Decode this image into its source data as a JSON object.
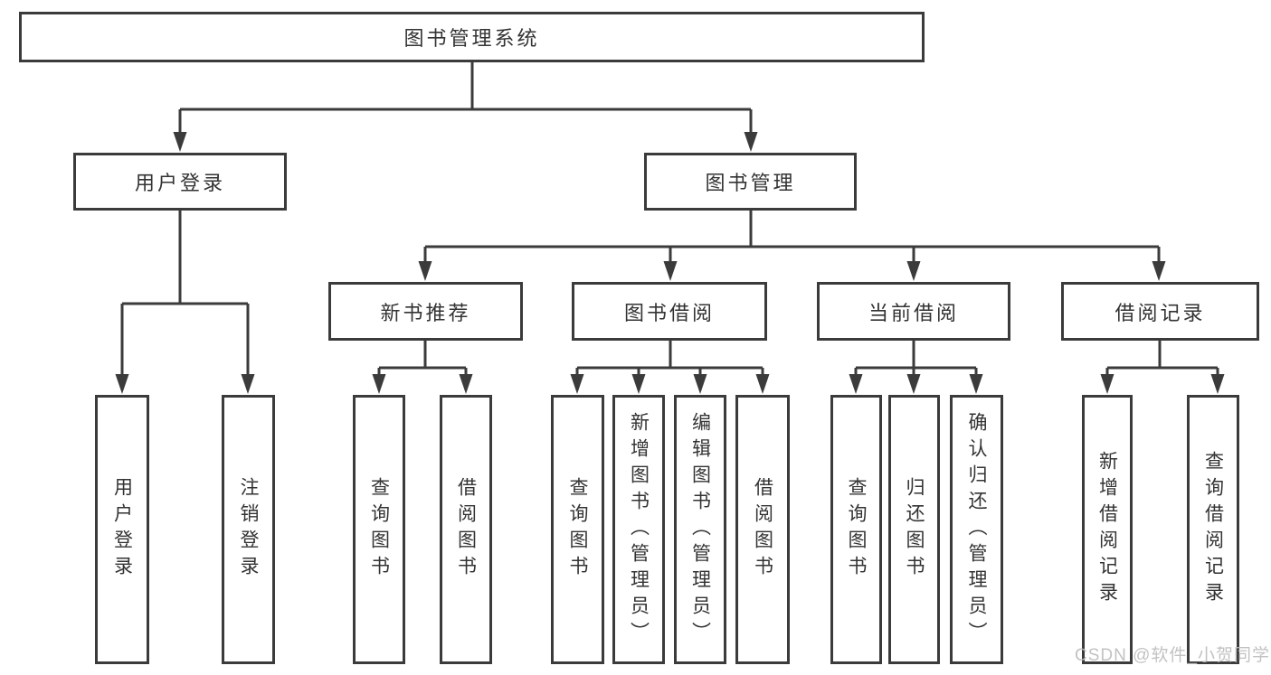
{
  "diagram_title": "图书管理系统",
  "tree": {
    "root": {
      "label": "图书管理系统"
    },
    "level2": [
      {
        "label": "用户登录",
        "children": [
          {
            "label": "用户登录"
          },
          {
            "label": "注销登录"
          }
        ]
      },
      {
        "label": "图书管理",
        "children": [
          {
            "label": "新书推荐",
            "children": [
              {
                "label": "查询图书"
              },
              {
                "label": "借阅图书"
              }
            ]
          },
          {
            "label": "图书借阅",
            "children": [
              {
                "label": "查询图书"
              },
              {
                "label": "新增图书（管理员）"
              },
              {
                "label": "编辑图书（管理员）"
              },
              {
                "label": "借阅图书"
              }
            ]
          },
          {
            "label": "当前借阅",
            "children": [
              {
                "label": "查询图书"
              },
              {
                "label": "归还图书"
              },
              {
                "label": "确认归还（管理员）"
              }
            ]
          },
          {
            "label": "借阅记录",
            "children": [
              {
                "label": "新增借阅记录"
              },
              {
                "label": "查询借阅记录"
              }
            ]
          }
        ]
      }
    ]
  },
  "watermark": {
    "text": "CSDN @软件_小贺同学",
    "color": "#bdbdbd"
  },
  "colors": {
    "line": "#3b3b3b",
    "box_border": "#3b3b3b",
    "text": "#333333",
    "background": "#ffffff"
  }
}
